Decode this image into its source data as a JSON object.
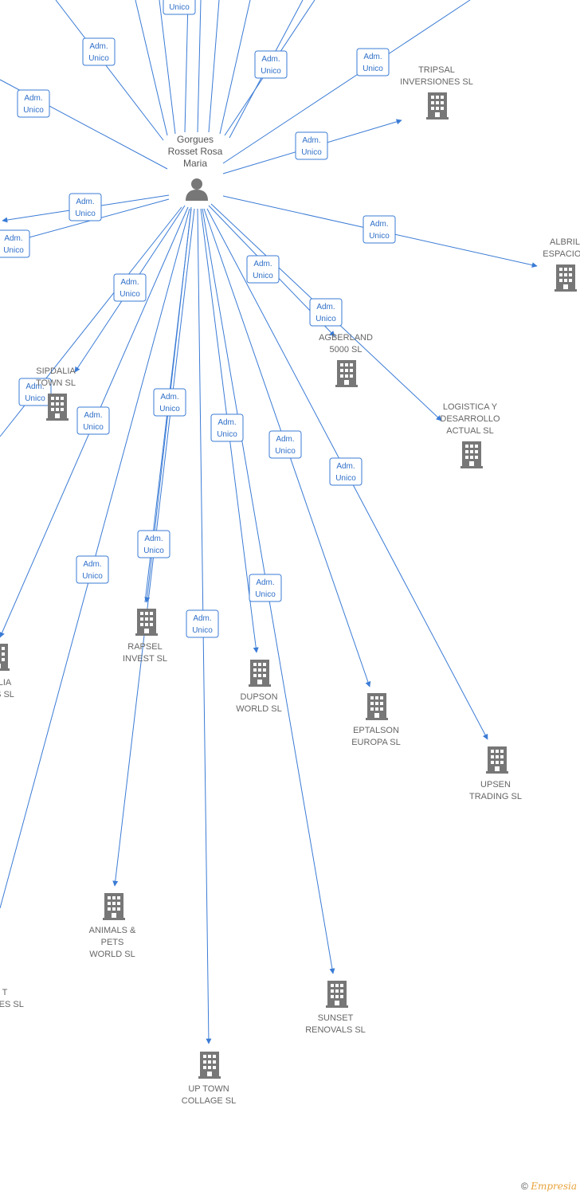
{
  "center": {
    "name_lines": [
      "Gorgues",
      "Rosset Rosa",
      "Maria"
    ],
    "icon": "person-icon"
  },
  "badge_text": [
    "Adm.",
    "Unico"
  ],
  "companies": [
    {
      "id": "tripsal",
      "lines": [
        "TRIPSAL",
        "INVERSIONES SL"
      ],
      "icon": "building-icon"
    },
    {
      "id": "albril",
      "lines": [
        "ALBRIL",
        "ESPACIOS"
      ],
      "icon": "building-icon"
    },
    {
      "id": "agberland",
      "lines": [
        "AGBERLAND",
        "5000 SL"
      ],
      "icon": "building-icon"
    },
    {
      "id": "logistica",
      "lines": [
        "LOGISTICA Y",
        "DESARROLLO",
        "ACTUAL SL"
      ],
      "icon": "building-icon"
    },
    {
      "id": "sipdalia",
      "lines": [
        "SIPDALIA",
        "TOWN SL"
      ],
      "icon": "building-icon"
    },
    {
      "id": "rapsel",
      "lines": [
        "RAPSEL",
        "INVEST SL"
      ],
      "icon": "building-icon"
    },
    {
      "id": "dupson",
      "lines": [
        "DUPSON",
        "WORLD SL"
      ],
      "icon": "building-icon"
    },
    {
      "id": "eptalson",
      "lines": [
        "EPTALSON",
        "EUROPA SL"
      ],
      "icon": "building-icon"
    },
    {
      "id": "upsen",
      "lines": [
        "UPSEN",
        "TRADING SL"
      ],
      "icon": "building-icon"
    },
    {
      "id": "animals",
      "lines": [
        "ANIMALS &",
        "PETS",
        "WORLD SL"
      ],
      "icon": "building-icon"
    },
    {
      "id": "sunset",
      "lines": [
        "SUNSET",
        "RENOVALS SL"
      ],
      "icon": "building-icon"
    },
    {
      "id": "uptown",
      "lines": [
        "UP TOWN",
        "COLLAGE SL"
      ],
      "icon": "building-icon"
    },
    {
      "id": "left1",
      "lines": [
        "LIA",
        "S SL"
      ],
      "icon": "building-icon"
    },
    {
      "id": "left2",
      "lines": [
        "T",
        "ONES SL"
      ],
      "icon": "building-icon"
    }
  ],
  "footer": {
    "copyright": "©",
    "brand": "Empresia"
  }
}
